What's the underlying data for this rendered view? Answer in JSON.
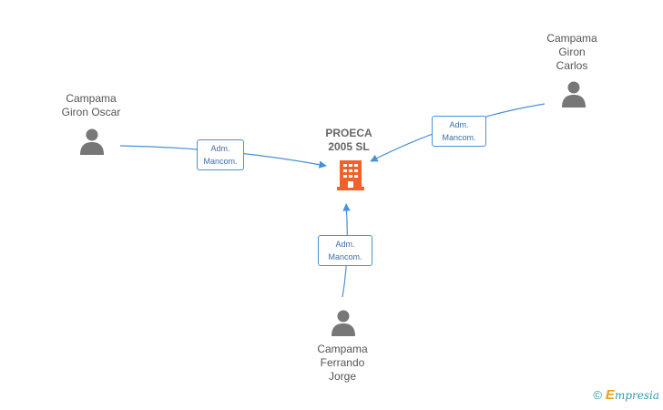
{
  "company": {
    "name_line1": "PROECA",
    "name_line2": "2005 SL",
    "color": "#f0612d"
  },
  "people": [
    {
      "id": "oscar",
      "lines": [
        "Campama",
        "Giron Oscar"
      ]
    },
    {
      "id": "carlos",
      "lines": [
        "Campama",
        "Giron",
        "Carlos"
      ]
    },
    {
      "id": "jorge",
      "lines": [
        "Campama",
        "Ferrando",
        "Jorge"
      ]
    }
  ],
  "edges": [
    {
      "from": "oscar",
      "line1": "Adm.",
      "line2": "Mancom."
    },
    {
      "from": "carlos",
      "line1": "Adm.",
      "line2": "Mancom."
    },
    {
      "from": "jorge",
      "line1": "Adm.",
      "line2": "Mancom."
    }
  ],
  "colors": {
    "edge": "#4a90d9",
    "person_icon": "#777777"
  },
  "footer": {
    "copyright": "©",
    "brand_first": "E",
    "brand_rest": "mpresia"
  }
}
